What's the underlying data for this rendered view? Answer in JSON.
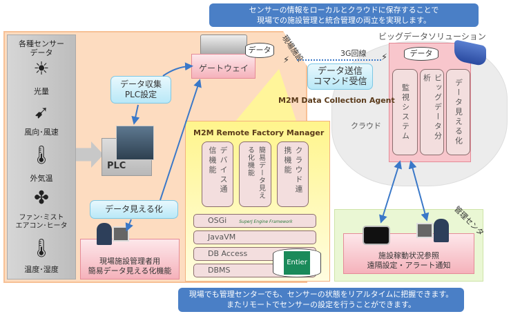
{
  "top_callout": {
    "line1": "センサーの情報をローカルとクラウドに保存することで",
    "line2": "現場での施設管理と統合管理の両立を実現します。"
  },
  "site": {
    "label": "現場施設"
  },
  "sensors": {
    "title": "各種センサー\nデータ",
    "items": [
      {
        "label": "光量",
        "icon": "sun-icon"
      },
      {
        "label": "風向･風速",
        "icon": "weathervane-icon"
      },
      {
        "label": "外気温",
        "icon": "thermometer-sun-icon"
      },
      {
        "label": "ファン･ミスト\nエアコン･ヒータ",
        "icon": "fan-icon"
      },
      {
        "label": "温度･湿度",
        "icon": "thermometer-icon"
      }
    ]
  },
  "gateway": {
    "label": "ゲートウェイ",
    "db": "データ"
  },
  "plc": {
    "label": "PLC"
  },
  "bubble_collect": {
    "line1": "データ収集",
    "line2": "PLC設定"
  },
  "bubble_visual": {
    "label": "データ見える化"
  },
  "local_viewer": {
    "line1": "現場施設管理者用",
    "line2": "簡易データ見える化機能"
  },
  "rfm": {
    "title": "M2M Remote Factory Manager",
    "columns": [
      "デバイス通信機能",
      "簡易データ見える化機能",
      "クラウド連携機能"
    ],
    "layers": [
      "OSGi",
      "JavaVM",
      "DB Access",
      "DBMS"
    ],
    "framework_logo": "SuperJ Engine Framework",
    "db_logo": "Entier"
  },
  "link": {
    "label": "3G回線",
    "bubble_line1": "データ送信",
    "bubble_line2": "コマンド受信",
    "agent": "M2M Data Collection Agent"
  },
  "cloud": {
    "label": "クラウド",
    "solution_title": "ビッグデータソリューション",
    "db": "データ",
    "columns": [
      "監視システム",
      "ビッグデータ分析",
      "データ見える化"
    ]
  },
  "mgmt": {
    "label": "管理センタ",
    "line1": "施設稼動状況参照",
    "line2": "遠隔設定・アラート通知"
  },
  "bottom_callout": {
    "line1": "現場でも管理センターでも、センサーの状態をリアルタイムに把握できます。",
    "line2": "またリモートでセンサーの設定を行うことができます。"
  },
  "colors": {
    "callout": "#4a7fc6",
    "site_bg": "#fddcc0",
    "rfm_bg": "#fffbb0",
    "mgmt_bg": "#eaf7d4",
    "cloud_bg": "#ececec",
    "arrow": "#3a78c8"
  }
}
